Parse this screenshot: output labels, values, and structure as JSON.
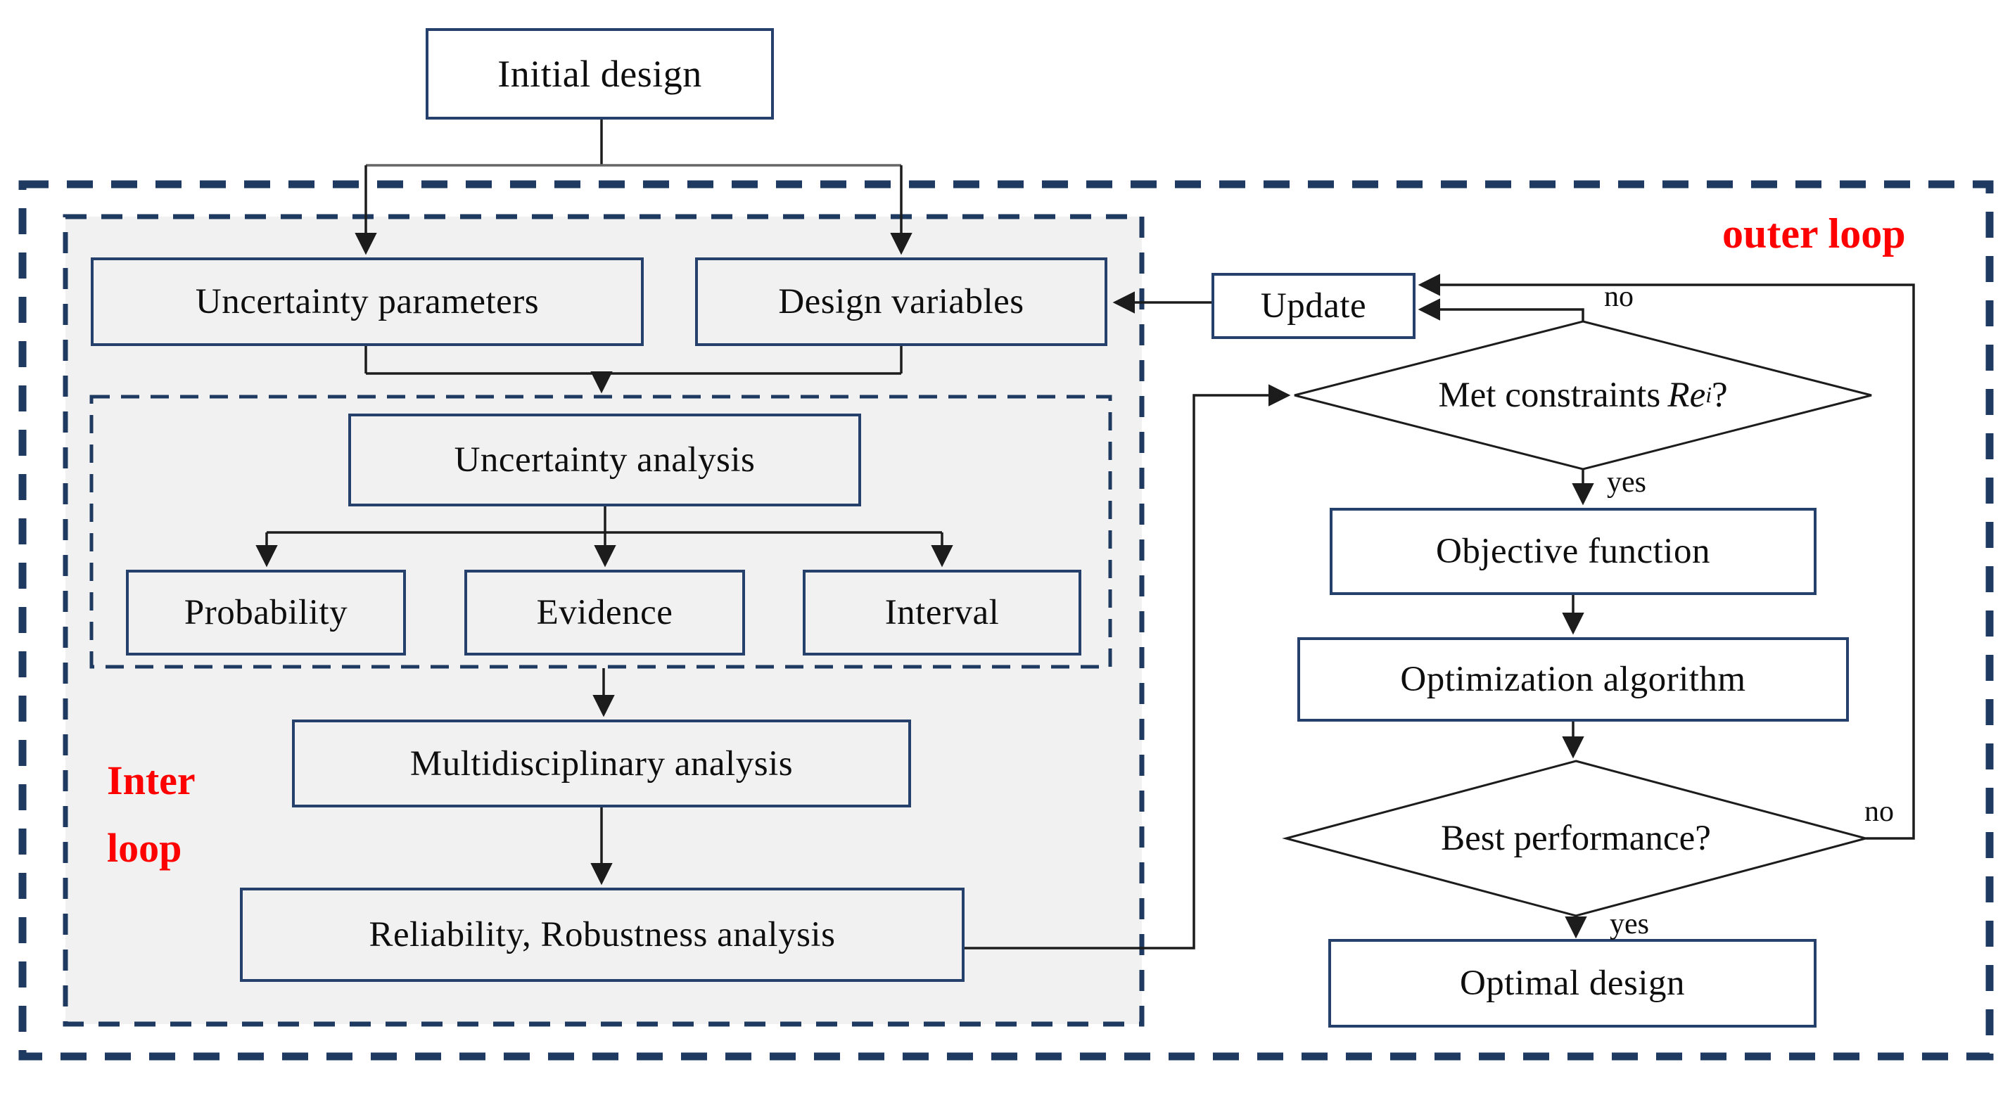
{
  "diagram": {
    "nodes": {
      "initial_design": "Initial design",
      "uncertainty_parameters": "Uncertainty parameters",
      "design_variables": "Design variables",
      "uncertainty_analysis": "Uncertainty analysis",
      "probability": "Probability",
      "evidence": "Evidence",
      "interval": "Interval",
      "multidisciplinary_analysis": "Multidisciplinary analysis",
      "reliability_robustness": "Reliability, Robustness analysis",
      "update": "Update",
      "met_constraints": {
        "prefix": "Met constraints ",
        "var": "Re",
        "sub": "i",
        "suffix": "?"
      },
      "objective_function": "Objective function",
      "optimization_algorithm": "Optimization algorithm",
      "best_performance": "Best performance?",
      "optimal_design": "Optimal design"
    },
    "edge_labels": {
      "met_no": "no",
      "met_yes": "yes",
      "best_no": "no",
      "best_yes": "yes"
    },
    "loop_labels": {
      "outer": "outer loop",
      "inner_line1": "Inter",
      "inner_line2": "loop"
    },
    "colors": {
      "border_navy": "#1f3a60",
      "box_border_navy": "#24406b",
      "loop_label_red": "#ff0000",
      "panel_gray": "#f1f1f1",
      "line_black": "#1c1c1c",
      "fork_line_gray": "#666666"
    }
  }
}
